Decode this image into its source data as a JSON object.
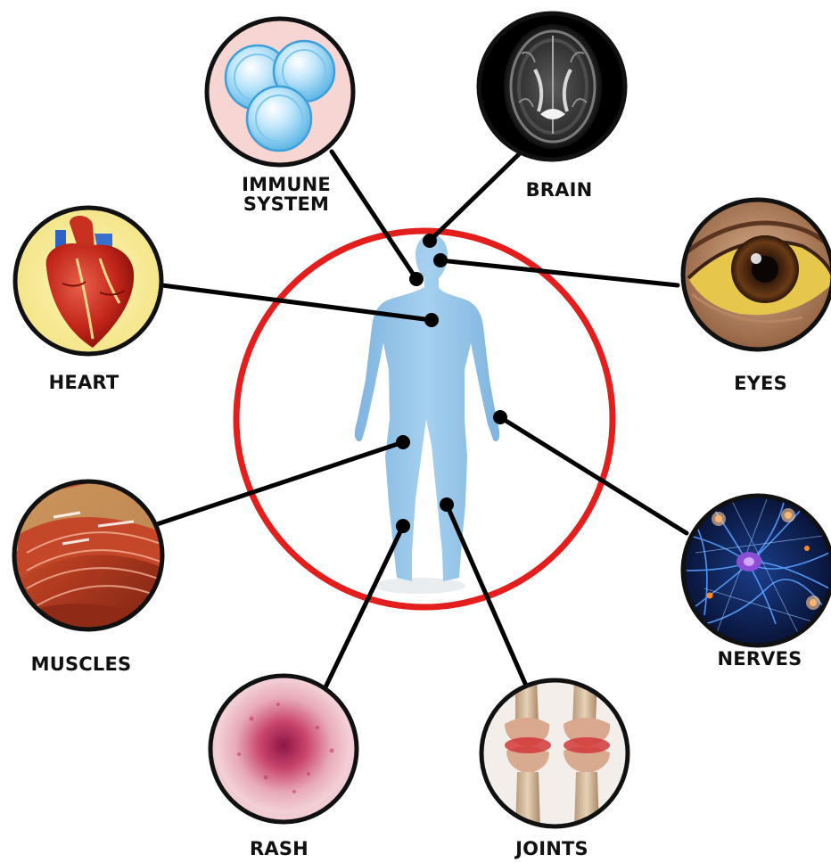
{
  "labels": {
    "immune_line1": "IMMUNE",
    "immune_line2": "SYSTEM",
    "brain": "BRAIN",
    "heart": "HEART",
    "eyes": "EYES",
    "muscles": "MUSCLES",
    "nerves": "NERVES",
    "rash": "RASH",
    "joints": "JOINTS"
  },
  "colors": {
    "ring": "#e41d1d",
    "body": "#8cbfe6",
    "connector": "#000000",
    "circle_border": "#111111"
  },
  "icons": {
    "immune": "immune-cells-icon",
    "brain": "brain-mri-icon",
    "heart": "heart-icon",
    "eyes": "yellow-eye-icon",
    "muscles": "muscle-icon",
    "nerves": "neuron-icon",
    "rash": "rash-icon",
    "joints": "joints-icon"
  }
}
